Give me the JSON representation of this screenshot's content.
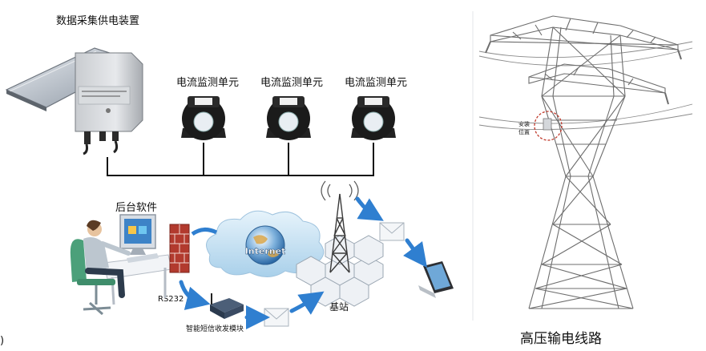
{
  "device": {
    "title": "数据采集供电装置"
  },
  "sensors": [
    {
      "label": "电流监测单元"
    },
    {
      "label": "电流监测单元"
    },
    {
      "label": "电流监测单元"
    }
  ],
  "network": {
    "backend_label": "后台软件",
    "cloud_text": "Internet",
    "rs232_label": "RS232",
    "sms_module_label": "智能短信收发模块",
    "base_station_label": "基站"
  },
  "tower": {
    "install_label": "安装位置",
    "caption": "高压输电线路"
  },
  "edge_mark": ")",
  "colors": {
    "arrow_blue": "#2f7fd0",
    "firewall_red": "#b23a2e",
    "cloud_blue": "#cfe6f5",
    "tower_gray": "#6d6d6d"
  }
}
